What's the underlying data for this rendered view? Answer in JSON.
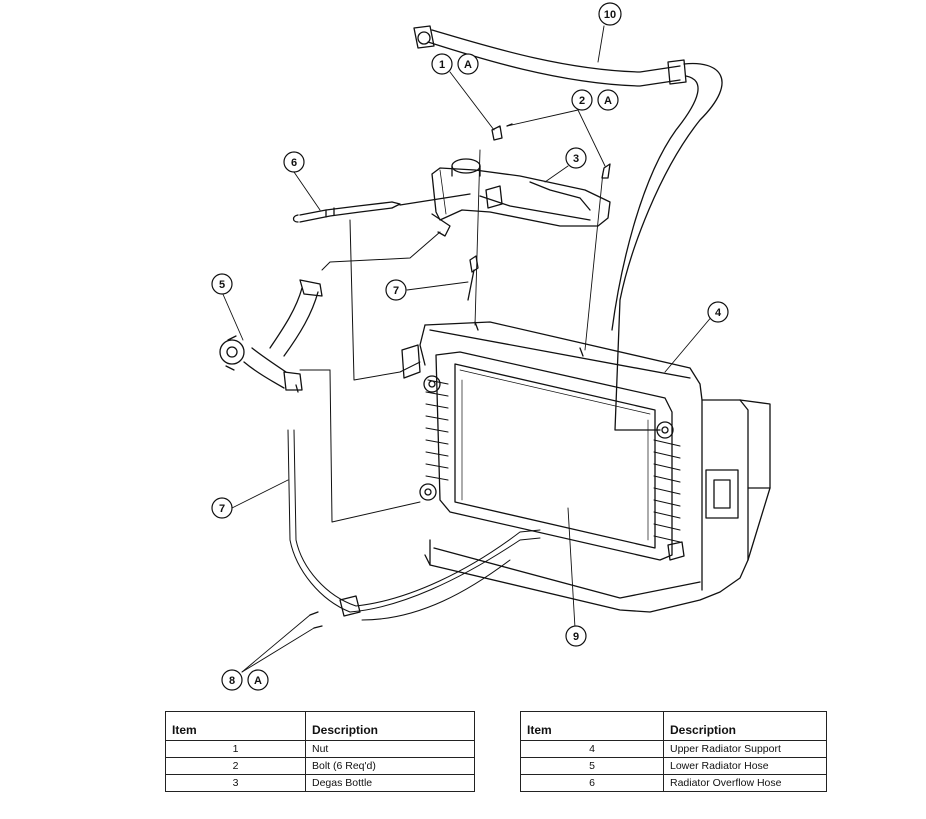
{
  "callouts": [
    {
      "label": "1",
      "ref": "A"
    },
    {
      "label": "2",
      "ref": "A"
    },
    {
      "label": "3"
    },
    {
      "label": "4"
    },
    {
      "label": "5"
    },
    {
      "label": "6"
    },
    {
      "label": "7"
    },
    {
      "label": "7"
    },
    {
      "label": "8",
      "ref": "A"
    },
    {
      "label": "9"
    },
    {
      "label": "10"
    }
  ],
  "tables": [
    {
      "headers": [
        "Item",
        "Description"
      ],
      "rows": [
        {
          "item": "1",
          "description": "Nut"
        },
        {
          "item": "2",
          "description": "Bolt (6 Req'd)"
        },
        {
          "item": "3",
          "description": "Degas Bottle"
        }
      ]
    },
    {
      "headers": [
        "Item",
        "Description"
      ],
      "rows": [
        {
          "item": "4",
          "description": "Upper Radiator Support"
        },
        {
          "item": "5",
          "description": "Lower Radiator Hose"
        },
        {
          "item": "6",
          "description": "Radiator Overflow Hose"
        }
      ]
    }
  ]
}
